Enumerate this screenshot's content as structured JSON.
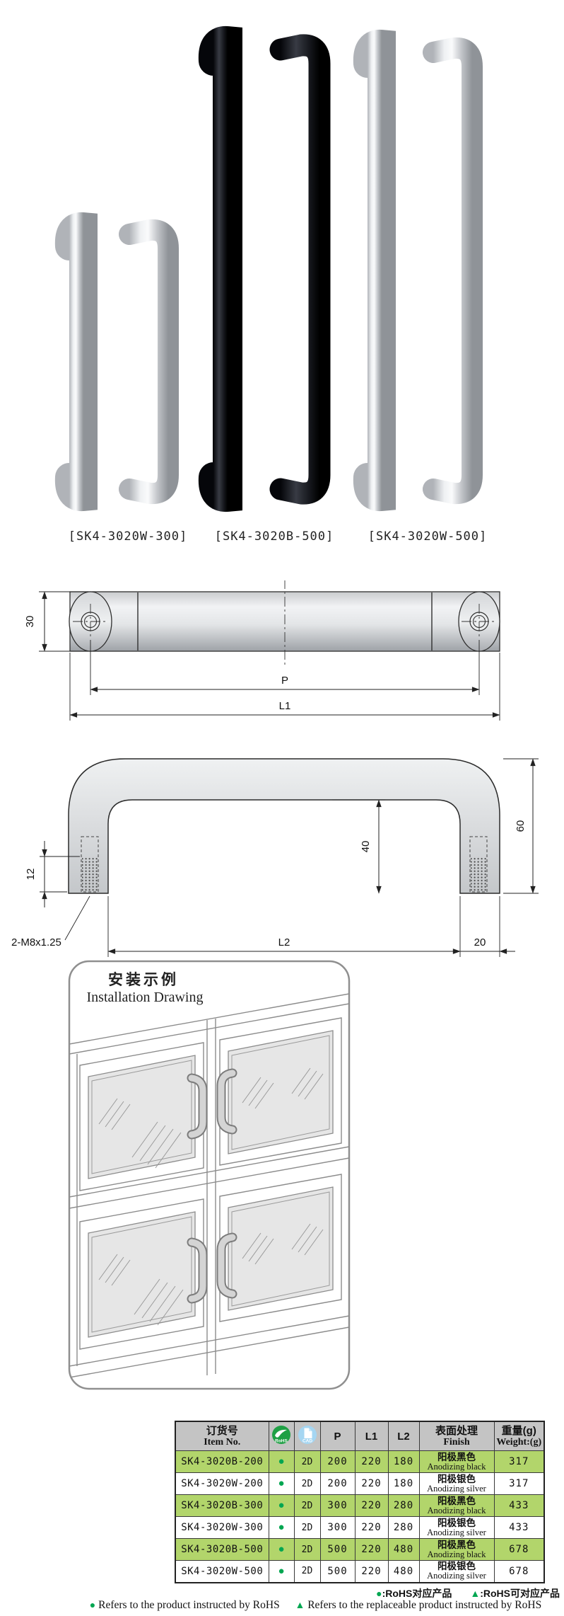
{
  "colors": {
    "accent_green": "#00a651",
    "row_green": "#b2d56b",
    "header_gray": "#c4c4c4",
    "rohs_icon_green": "#1fa045",
    "cad_icon_blue": "#a5d6f2",
    "silver_finish": "#c9ccd0",
    "black_finish": "#1a1c22"
  },
  "products": {
    "labels": [
      "[SK4-3020W-300]",
      "[SK4-3020B-500]",
      "[SK4-3020W-500]"
    ]
  },
  "drawing_top_view": {
    "dim_diameter": "30",
    "dim_pitch": "P",
    "dim_length": "L1"
  },
  "drawing_front_view": {
    "dim_stud": "12",
    "thread_spec": "2-M8x1.25",
    "dim_inner_height": "40",
    "dim_height": "60",
    "dim_span": "L2",
    "dim_end": "20"
  },
  "installation": {
    "title_zh": "安装示例",
    "title_en": "Installation Drawing"
  },
  "table": {
    "headers": {
      "item_zh": "订货号",
      "item_en": "Item No.",
      "rohs_icon_label": "RoHS",
      "cad_icon_label": "CAD",
      "p": "P",
      "l1": "L1",
      "l2": "L2",
      "finish_zh": "表面处理",
      "finish_en": "Finish",
      "weight_zh": "重量(g)",
      "weight_en": "Weight:(g)"
    },
    "rows": [
      {
        "item": "SK4-3020B-200",
        "rohs": "●",
        "cad": "2D",
        "p": "200",
        "l1": "220",
        "l2": "180",
        "finish_zh": "阳极黑色",
        "finish_en": "Anodizing black",
        "weight": "317"
      },
      {
        "item": "SK4-3020W-200",
        "rohs": "●",
        "cad": "2D",
        "p": "200",
        "l1": "220",
        "l2": "180",
        "finish_zh": "阳极银色",
        "finish_en": "Anodizing silver",
        "weight": "317"
      },
      {
        "item": "SK4-3020B-300",
        "rohs": "●",
        "cad": "2D",
        "p": "300",
        "l1": "220",
        "l2": "280",
        "finish_zh": "阳极黑色",
        "finish_en": "Anodizing black",
        "weight": "433"
      },
      {
        "item": "SK4-3020W-300",
        "rohs": "●",
        "cad": "2D",
        "p": "300",
        "l1": "220",
        "l2": "280",
        "finish_zh": "阳极银色",
        "finish_en": "Anodizing silver",
        "weight": "433"
      },
      {
        "item": "SK4-3020B-500",
        "rohs": "●",
        "cad": "2D",
        "p": "500",
        "l1": "220",
        "l2": "480",
        "finish_zh": "阳极黑色",
        "finish_en": "Anodizing black",
        "weight": "678"
      },
      {
        "item": "SK4-3020W-500",
        "rohs": "●",
        "cad": "2D",
        "p": "500",
        "l1": "220",
        "l2": "480",
        "finish_zh": "阳极银色",
        "finish_en": "Anodizing silver",
        "weight": "678"
      }
    ]
  },
  "footer": {
    "dot": "●",
    "triangle": "▲",
    "legend_dot_zh": ":RoHS对应产品",
    "legend_tri_zh": ":RoHS可对应产品",
    "legend_dot_en": "Refers to the product instructed by RoHS",
    "legend_tri_en": "Refers to the replaceable product instructed by RoHS"
  }
}
